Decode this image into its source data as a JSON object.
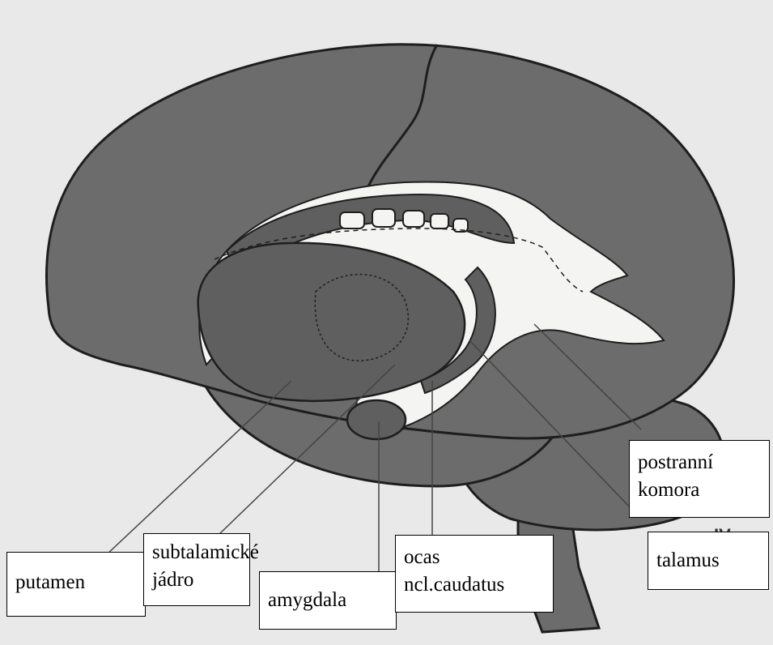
{
  "labels": {
    "putamen": [
      "putamen"
    ],
    "subtalamic": [
      "subtalamické",
      "jádro"
    ],
    "amygdala": [
      "amygdala"
    ],
    "ocas": [
      "ocas",
      "ncl.caudatus"
    ],
    "talamus": [
      "talamus"
    ],
    "postranni": [
      "postranní",
      "komora"
    ]
  },
  "corner_mark": "IV",
  "colors": {
    "background": "#e9e9e9",
    "brain": "#6c6c6c",
    "brain_outline": "#1e1e1e",
    "ventricle": "#f4f4f2",
    "structure": "#5f5f5f",
    "leader_line": "#444444"
  }
}
